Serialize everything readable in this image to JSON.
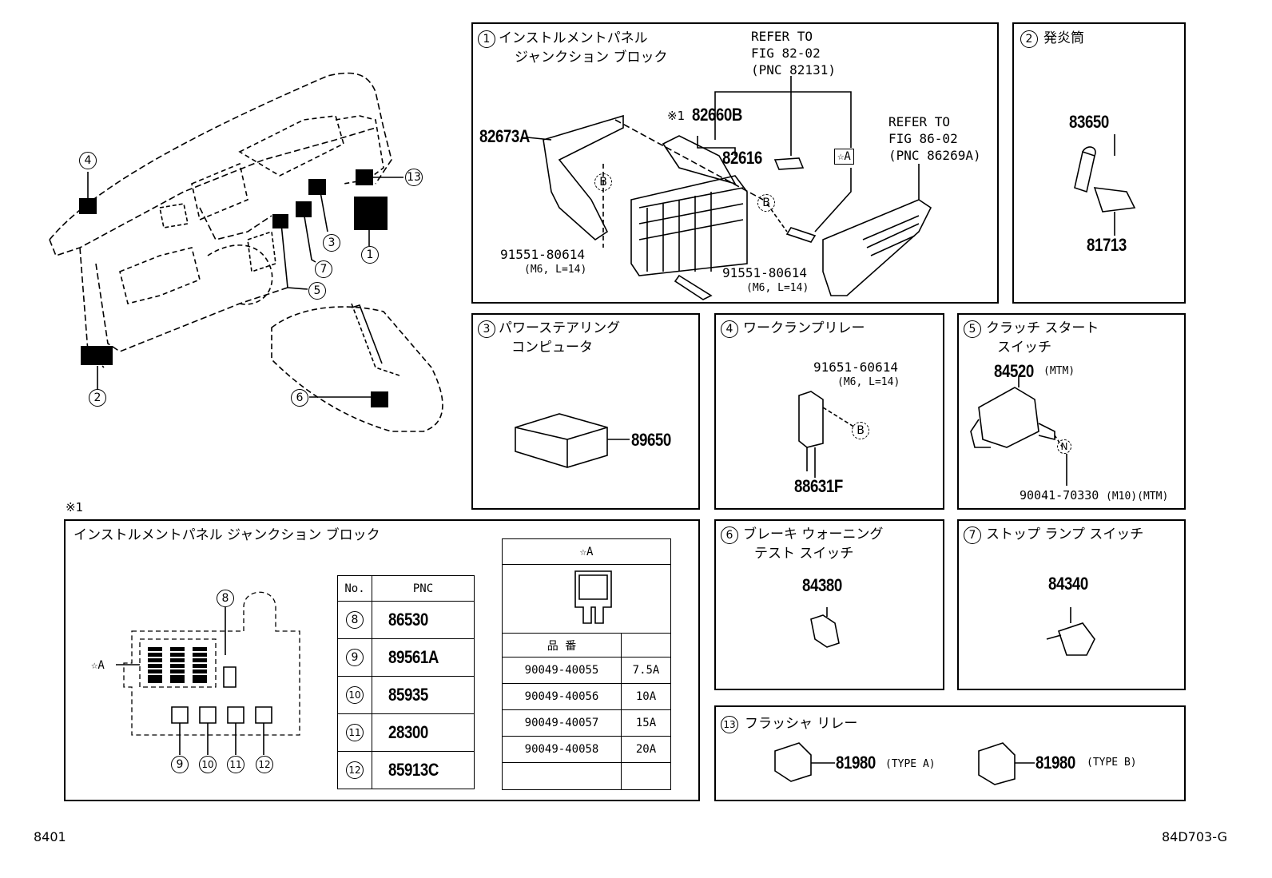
{
  "frame": {
    "left_code": "8401",
    "right_code": "84D703-G",
    "note_mark": "※1"
  },
  "callouts": {
    "c1": "1",
    "c2": "2",
    "c3": "3",
    "c4": "4",
    "c5": "5",
    "c6": "6",
    "c7": "7",
    "c8": "8",
    "c9": "9",
    "c10": "10",
    "c11": "11",
    "c12": "12",
    "c13": "13",
    "b": "B",
    "n": "N"
  },
  "panel1": {
    "title_line1": "インストルメントパネル",
    "title_line2": "ジャンクション ブロック",
    "refer1": [
      "REFER TO",
      "FIG 82-02",
      "(PNC 82131)"
    ],
    "refer2": [
      "REFER TO",
      "FIG 86-02",
      "(PNC 86269A)"
    ],
    "part_82673A": "82673A",
    "part_82660B": "82660B",
    "part_82616": "82616",
    "star_a": "☆A",
    "bolt_left": "91551-80614",
    "bolt_left_spec": "(M6, L=14)",
    "bolt_right": "91551-80614",
    "bolt_right_spec": "(M6, L=14)"
  },
  "panel2": {
    "title": "発炎筒",
    "part_a": "83650",
    "part_b": "81713"
  },
  "panel3": {
    "title_line1": "パワーステアリング",
    "title_line2": "コンピュータ",
    "part": "89650"
  },
  "panel4": {
    "title": "ワークランプリレー",
    "bolt": "91651-60614",
    "bolt_spec": "(M6, L=14)",
    "part": "88631F"
  },
  "panel5": {
    "title_line1": "クラッチ スタート",
    "title_line2": "スイッチ",
    "part": "84520",
    "part_note": "(MTM)",
    "bolt": "90041-70330",
    "bolt_note": "(M10)(MTM)"
  },
  "panel6": {
    "title_line1": "ブレーキ ウォーニング",
    "title_line2": "テスト スイッチ",
    "part": "84380"
  },
  "panel7": {
    "title": "ストップ ランプ スイッチ",
    "part": "84340"
  },
  "panel13": {
    "title": "フラッシャ リレー",
    "part_a": "81980",
    "type_a": "(TYPE A)",
    "part_b": "81980",
    "type_b": "(TYPE B)"
  },
  "junction": {
    "title": "インストルメントパネル ジャンクション ブロック",
    "star_a": "☆A",
    "table_header": {
      "no": "No.",
      "pnc": "PNC"
    },
    "rows": [
      {
        "no": "8",
        "pnc": "86530"
      },
      {
        "no": "9",
        "pnc": "89561A"
      },
      {
        "no": "10",
        "pnc": "85935"
      },
      {
        "no": "11",
        "pnc": "28300"
      },
      {
        "no": "12",
        "pnc": "85913C"
      }
    ],
    "fuse_table": {
      "header": "☆A",
      "col_header": "品 番",
      "rows": [
        {
          "part": "90049-40055",
          "amp": "7.5A"
        },
        {
          "part": "90049-40056",
          "amp": "10A"
        },
        {
          "part": "90049-40057",
          "amp": "15A"
        },
        {
          "part": "90049-40058",
          "amp": "20A"
        }
      ]
    }
  }
}
